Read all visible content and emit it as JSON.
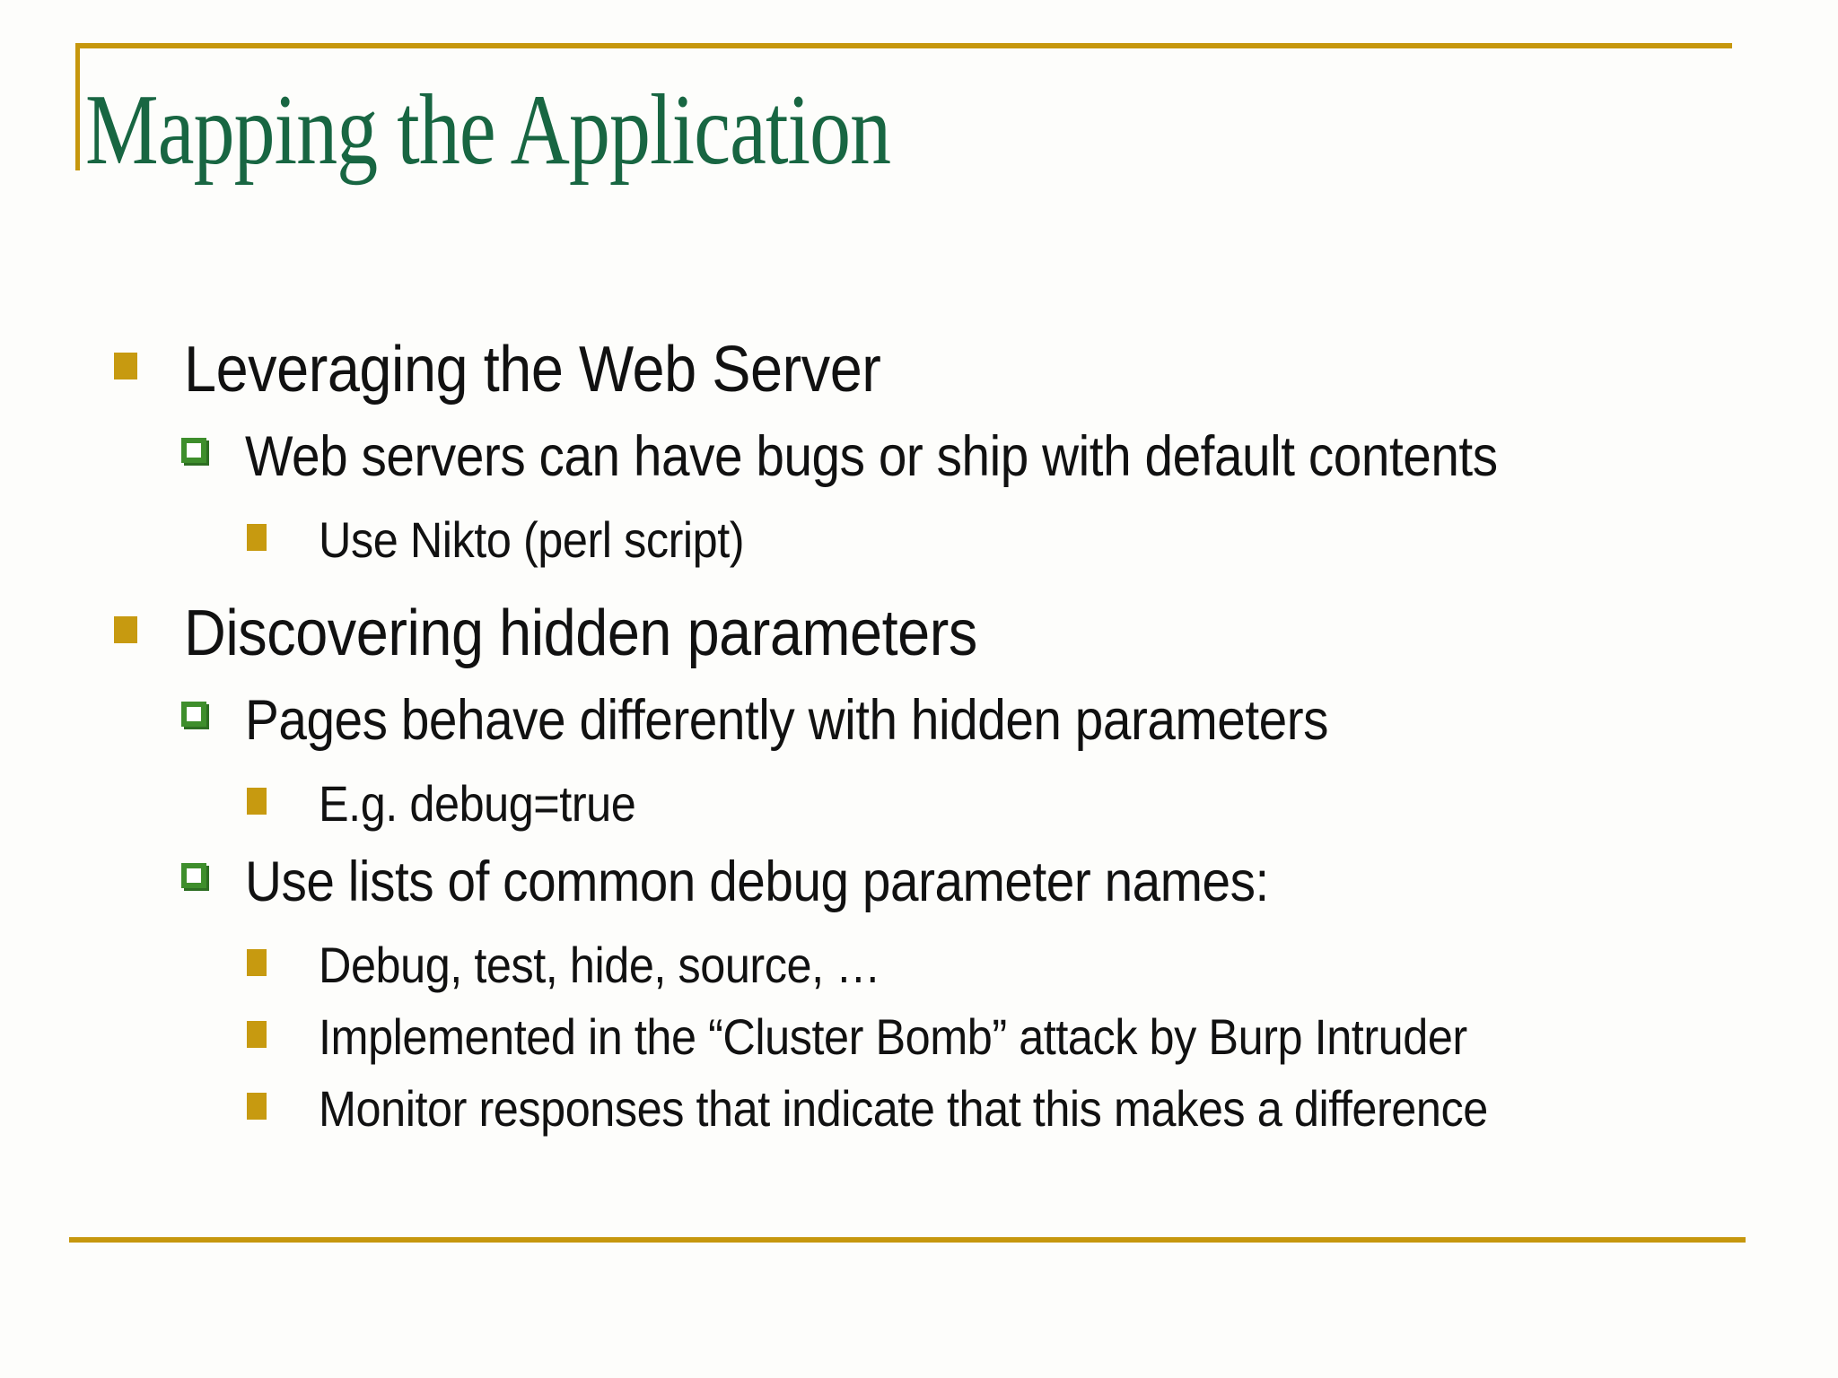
{
  "slide": {
    "title": "Mapping the Application",
    "colors": {
      "accent_gold_rule": "#c6970d",
      "bullet_gold": "#c79a10",
      "bullet_green_outline": "#3e8e2c",
      "title_green": "#186642",
      "body_text": "#111111",
      "background": "#fdfdfb"
    },
    "icons": {
      "level1": "filled-square-bullet-icon",
      "level2": "hollow-square-bullet-icon",
      "level3": "filled-square-bullet-icon"
    },
    "bullets": [
      {
        "level": 1,
        "text": "Leveraging the Web Server"
      },
      {
        "level": 2,
        "text": "Web servers can have bugs or ship with default contents"
      },
      {
        "level": 3,
        "text": "Use Nikto (perl script)"
      },
      {
        "level": 1,
        "text": "Discovering hidden parameters"
      },
      {
        "level": 2,
        "text": "Pages behave differently with hidden parameters"
      },
      {
        "level": 3,
        "text": "E.g. debug=true"
      },
      {
        "level": 2,
        "text": "Use lists of common debug parameter names:"
      },
      {
        "level": 3,
        "text": "Debug, test, hide, source, …"
      },
      {
        "level": 3,
        "text": "Implemented in the “Cluster Bomb” attack by Burp Intruder"
      },
      {
        "level": 3,
        "text": "Monitor responses that indicate that this makes a difference"
      }
    ]
  }
}
